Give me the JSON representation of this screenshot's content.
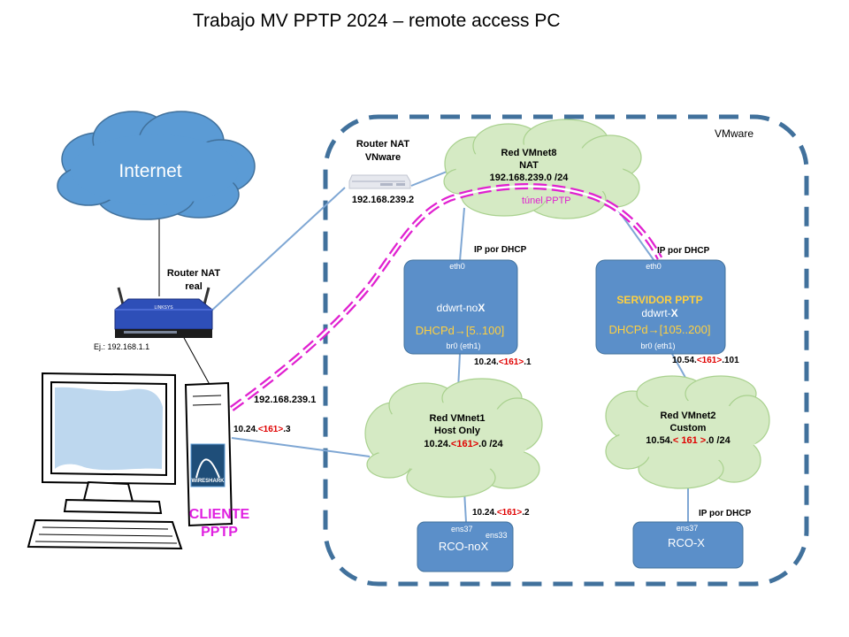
{
  "title": "Trabajo MV PPTP 2024 – remote access PC",
  "vmware_label": "VMware",
  "internet": {
    "label": "Internet"
  },
  "router_real": {
    "label_line1": "Router NAT",
    "label_line2": "real",
    "ip_prefix": "Ej.:",
    "ip": "192.168.1.1"
  },
  "router_vmware": {
    "label_line1": "Router NAT",
    "label_line2": "VNware",
    "ip": "192.168.239.2"
  },
  "vmnet8": {
    "name": "Red VMnet8",
    "type": "NAT",
    "subnet": "192.168.239.0 /24",
    "tunnel_label": "túnel PPTP"
  },
  "ddwrt_nox": {
    "if_top": "eth0",
    "name_prefix": "ddwrt-no",
    "name_suffix": "X",
    "dhcp_label": "DHCPd",
    "arrow": "→",
    "dhcp_range": "[5..100]",
    "if_bottom": "br0 (eth1)",
    "uplink_label": "IP por DHCP"
  },
  "ddwrt_x": {
    "if_top": "eth0",
    "role": "SERVIDOR PPTP",
    "name_prefix": "ddwrt-",
    "name_suffix": "X",
    "dhcp_label": "DHCPd",
    "arrow": "→",
    "dhcp_range": "[105..200]",
    "if_bottom": "br0 (eth1)",
    "uplink_label": "IP por DHCP"
  },
  "vmnet1": {
    "name": "Red VMnet1",
    "type": "Host Only",
    "subnet_pre": "10.24.",
    "subnet_id": "<161>",
    "subnet_post": ".0 /24",
    "router_ip_pre": "10.24.",
    "router_ip_id": "<161>",
    "router_ip_post": ".1"
  },
  "vmnet2": {
    "name": "Red VMnet2",
    "type": "Custom",
    "subnet_pre": "10.54.",
    "subnet_id": "< 161 >",
    "subnet_post": ".0 /24",
    "router_ip_pre": "10.54.",
    "router_ip_id": "<161>",
    "router_ip_post": ".101"
  },
  "rco_nox": {
    "name": "RCO-noX",
    "if1": "ens37",
    "if2": "ens33",
    "ip_pre": "10.24.",
    "ip_id": "<161>",
    "ip_post": ".2"
  },
  "rco_x": {
    "name": "RCO-X",
    "if1": "ens37",
    "uplink_label": "IP por DHCP"
  },
  "client": {
    "label_line1": "CLIENTE",
    "label_line2": "PPTP",
    "ip_nat": "192.168.239.1",
    "ip_host_pre": "10.24.",
    "ip_host_id": "<161>",
    "ip_host_post": ".3",
    "wireshark_label": "WIRESHARK"
  },
  "colors": {
    "cloud_blue": "#5b9bd5",
    "cloud_green": "#d5eac4",
    "box_blue": "#5b8fc9",
    "dash_blue": "#41719c",
    "link_blue": "#7fa7d4",
    "tunnel_magenta": "#e020d0",
    "client_magenta": "#e020e0",
    "accent_orange": "#ffd040",
    "id_red": "#e00000"
  }
}
